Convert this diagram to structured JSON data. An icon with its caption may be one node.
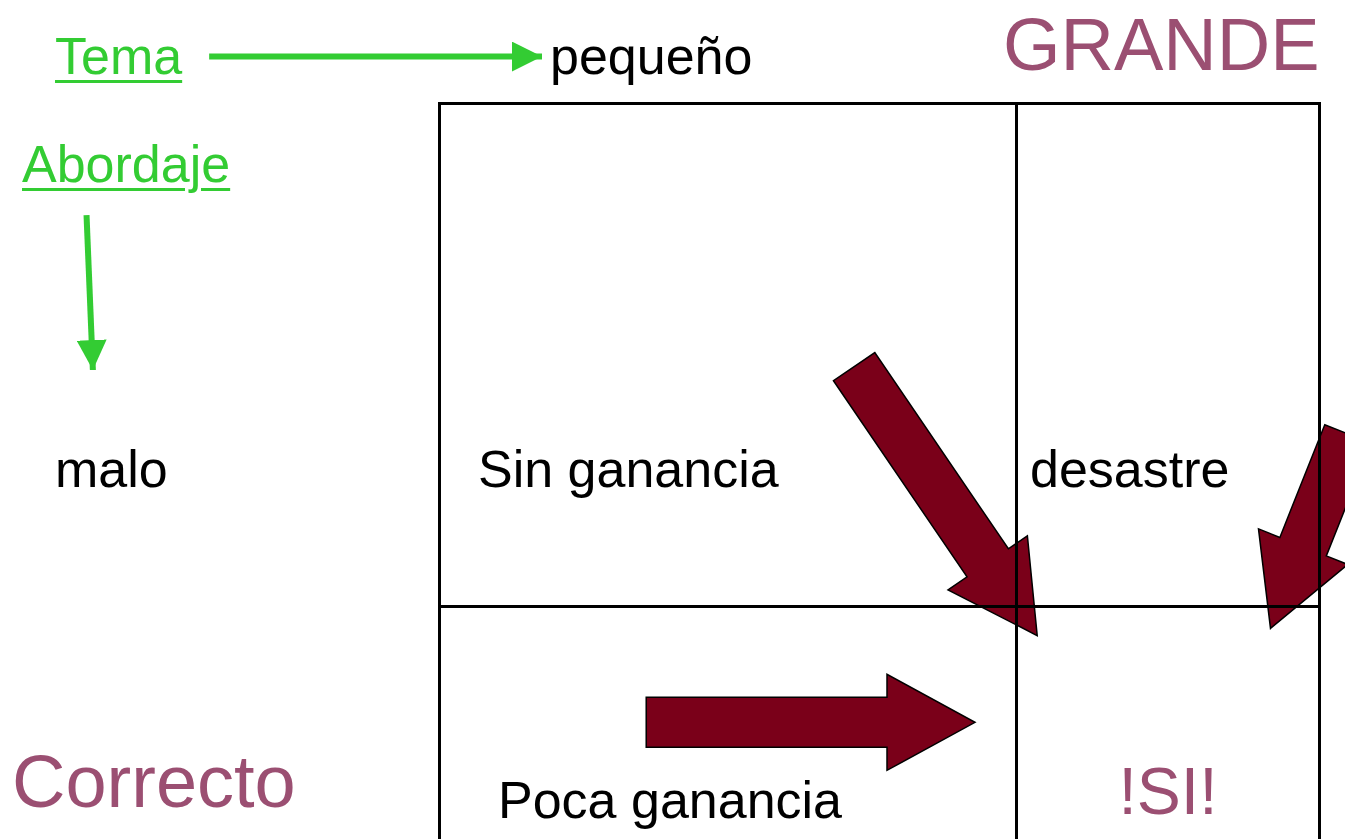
{
  "diagram": {
    "nodes": [
      {
        "text": [
          "Tema"
        ]
      },
      {
        "text": [
          "pequeño"
        ]
      },
      {
        "text": [
          "Abordaje"
        ]
      },
      {
        "text": [
          "malo"
        ]
      },
      {
        "text": [
          "Sin ganancia"
        ]
      },
      {
        "text": [
          "desastre"
        ]
      },
      {
        "text": [
          "Poca ganancia"
        ]
      },
      {
        "text": [
          "!SI!"
        ]
      }
    ],
    "edges": [
      {
        "from": 0,
        "to": 1,
        "arrow": "to",
        "color": "#33cc33"
      },
      {
        "from": 2,
        "to": 3,
        "arrow": "to",
        "color": "#33cc33"
      },
      {
        "from": 4,
        "to": 7,
        "arrow": "to",
        "style": "thick",
        "color": "#7a0019"
      },
      {
        "from": 5,
        "to": 7,
        "arrow": "to",
        "style": "thick",
        "color": "#7a0019"
      },
      {
        "from": 6,
        "to": 7,
        "arrow": "to",
        "style": "thick",
        "color": "#7a0019"
      }
    ],
    "labels": [
      "GRANDE",
      "Correcto"
    ]
  }
}
